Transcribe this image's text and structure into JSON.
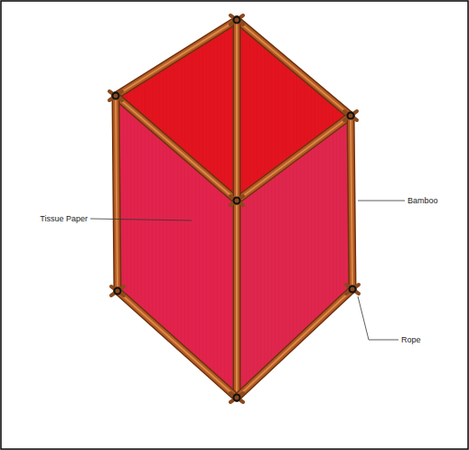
{
  "diagram": {
    "labels": [
      "Tissue Paper",
      "Bamboo",
      "Rope"
    ]
  }
}
